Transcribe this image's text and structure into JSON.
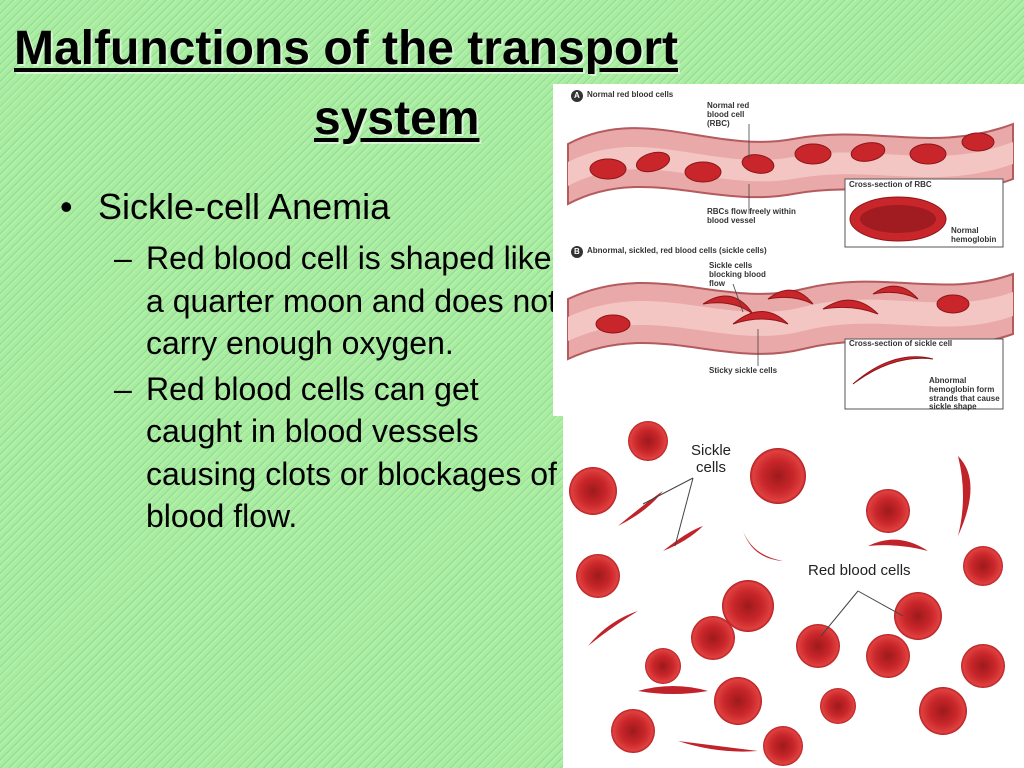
{
  "slide": {
    "title_line1": "Malfunctions of the transport",
    "title_line2": "system",
    "bullet": "Sickle-cell Anemia",
    "sub_bullets": [
      "Red blood cell is shaped like a quarter moon and does not carry enough oxygen.",
      "Red blood cells can get caught in blood vessels causing clots or blockages of blood flow."
    ]
  },
  "diagram": {
    "a_badge": "A",
    "a_title": "Normal red blood cells",
    "normal_rbc_label": "Normal red blood cell (RBC)",
    "flow_label": "RBCs flow freely within blood vessel",
    "cross_rbc_title": "Cross-section of RBC",
    "normal_hemo_label": "Normal hemoglobin",
    "b_badge": "B",
    "b_title": "Abnormal, sickled, red blood cells (sickle cells)",
    "blocking_label": "Sickle cells blocking blood flow",
    "sticky_label": "Sticky sickle cells",
    "cross_sickle_title": "Cross-section of sickle cell",
    "abnormal_hemo_label": "Abnormal hemoglobin form strands that cause sickle shape"
  },
  "photo": {
    "sickle_label": "Sickle cells",
    "rbc_label": "Red blood cells"
  },
  "colors": {
    "background": "#a8ec9f",
    "cell_red": "#c8262a",
    "vessel": "#d9878a"
  }
}
